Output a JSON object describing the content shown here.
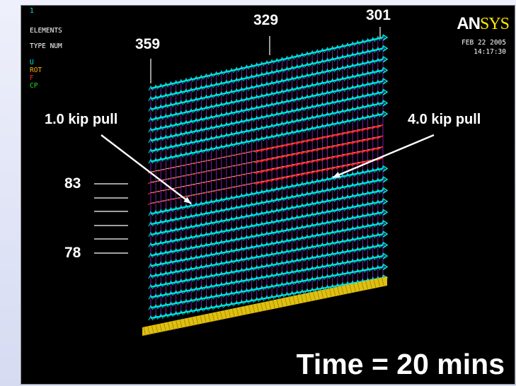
{
  "viewport": {
    "window_number": "1",
    "plot_title": "ELEMENTS",
    "subtitle": "TYPE NUM",
    "legend": [
      {
        "label": "U",
        "color": "#00e5e5"
      },
      {
        "label": "ROT",
        "color": "#ffb000"
      },
      {
        "label": "F",
        "color": "#ff2020"
      },
      {
        "label": "CP",
        "color": "#19e019"
      }
    ],
    "logo": {
      "part1": "AN",
      "part2": "SYS"
    },
    "date": "FEB 22 2005",
    "time": "14:17:30"
  },
  "annotations": {
    "node_359": "359",
    "node_329": "329",
    "node_301": "301",
    "node_83": "83",
    "node_78": "78",
    "pull_left": "1.0 kip pull",
    "pull_right": "4.0 kip pull",
    "time_label": "Time = 20 mins"
  },
  "colors": {
    "background": "#000000",
    "element_lines": "#9a1fd6",
    "displacement_symbols": "#00e5e5",
    "force_symbols": "#ff2020",
    "base_support": "#e0c010"
  }
}
